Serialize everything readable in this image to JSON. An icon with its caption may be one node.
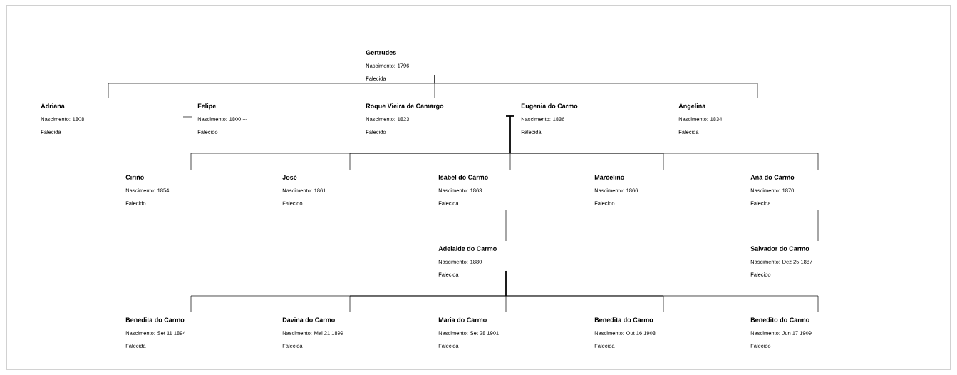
{
  "diagram": {
    "nodes": [
      {
        "text": [
          "Gertrudes",
          "Nascimento: 1796",
          "Falecida"
        ]
      },
      {
        "text": [
          "Adriana",
          "Nascimento: 1808",
          "Falecida"
        ]
      },
      {
        "text": [
          "Felipe",
          "Nascimento: 1800 +-",
          "Falecido"
        ]
      },
      {
        "text": [
          "Roque Vieira de Camargo",
          "Nascimento: 1823",
          "Falecido"
        ]
      },
      {
        "text": [
          "Eugenia do Carmo",
          "Nascimento: 1836",
          "Falecida"
        ]
      },
      {
        "text": [
          "Angelina",
          "Nascimento: 1834",
          "Falecida"
        ]
      },
      {
        "text": [
          "Cirino",
          "Nascimento: 1854",
          "Falecido"
        ]
      },
      {
        "text": [
          "José",
          "Nascimento: 1861",
          "Falecido"
        ]
      },
      {
        "text": [
          "Isabel do Carmo",
          "Nascimento: 1863",
          "Falecida"
        ]
      },
      {
        "text": [
          "Marcelino",
          "Nascimento: 1866",
          "Falecido"
        ]
      },
      {
        "text": [
          "Ana do Carmo",
          "Nascimento: 1870",
          "Falecida"
        ]
      },
      {
        "text": [
          "Adelaide do Carmo",
          "Nascimento: 1880",
          "Falecida"
        ]
      },
      {
        "text": [
          "Salvador do Carmo",
          "Nascimento: Dez 25 1887",
          "Falecido"
        ]
      },
      {
        "text": [
          "Benedita do Carmo",
          "Nascimento: Set 11 1894",
          "Falecida"
        ]
      },
      {
        "text": [
          "Davina do Carmo",
          "Nascimento: Mai 21 1899",
          "Falecida"
        ]
      },
      {
        "text": [
          "Maria do Carmo",
          "Nascimento: Set 28 1901",
          "Falecida"
        ]
      },
      {
        "text": [
          "Benedita do Carmo",
          "Nascimento: Out 16 1903",
          "Falecida"
        ]
      },
      {
        "text": [
          "Benedito do Carmo",
          "Nascimento: Jun 17 1909",
          "Falecido"
        ]
      }
    ],
    "edges": [
      {
        "from": 0,
        "to": 1,
        "arrow": "none"
      },
      {
        "from": 0,
        "to": 3,
        "arrow": "none"
      },
      {
        "from": 0,
        "to": 5,
        "arrow": "none"
      },
      {
        "from": null,
        "to": 2,
        "arrow": "none"
      },
      {
        "from": 4,
        "to": 6,
        "arrow": "none"
      },
      {
        "from": 4,
        "to": 7,
        "arrow": "none"
      },
      {
        "from": 4,
        "to": 8,
        "arrow": "none"
      },
      {
        "from": 4,
        "to": 9,
        "arrow": "none"
      },
      {
        "from": 4,
        "to": 10,
        "arrow": "none"
      },
      {
        "from": 8,
        "to": 11,
        "arrow": "none"
      },
      {
        "from": 10,
        "to": 12,
        "arrow": "none"
      },
      {
        "from": 11,
        "to": 13,
        "arrow": "none"
      },
      {
        "from": 11,
        "to": 14,
        "arrow": "none"
      },
      {
        "from": 11,
        "to": 15,
        "arrow": "none"
      },
      {
        "from": 11,
        "to": 16,
        "arrow": "none"
      },
      {
        "from": 11,
        "to": 17,
        "arrow": "none"
      }
    ]
  }
}
